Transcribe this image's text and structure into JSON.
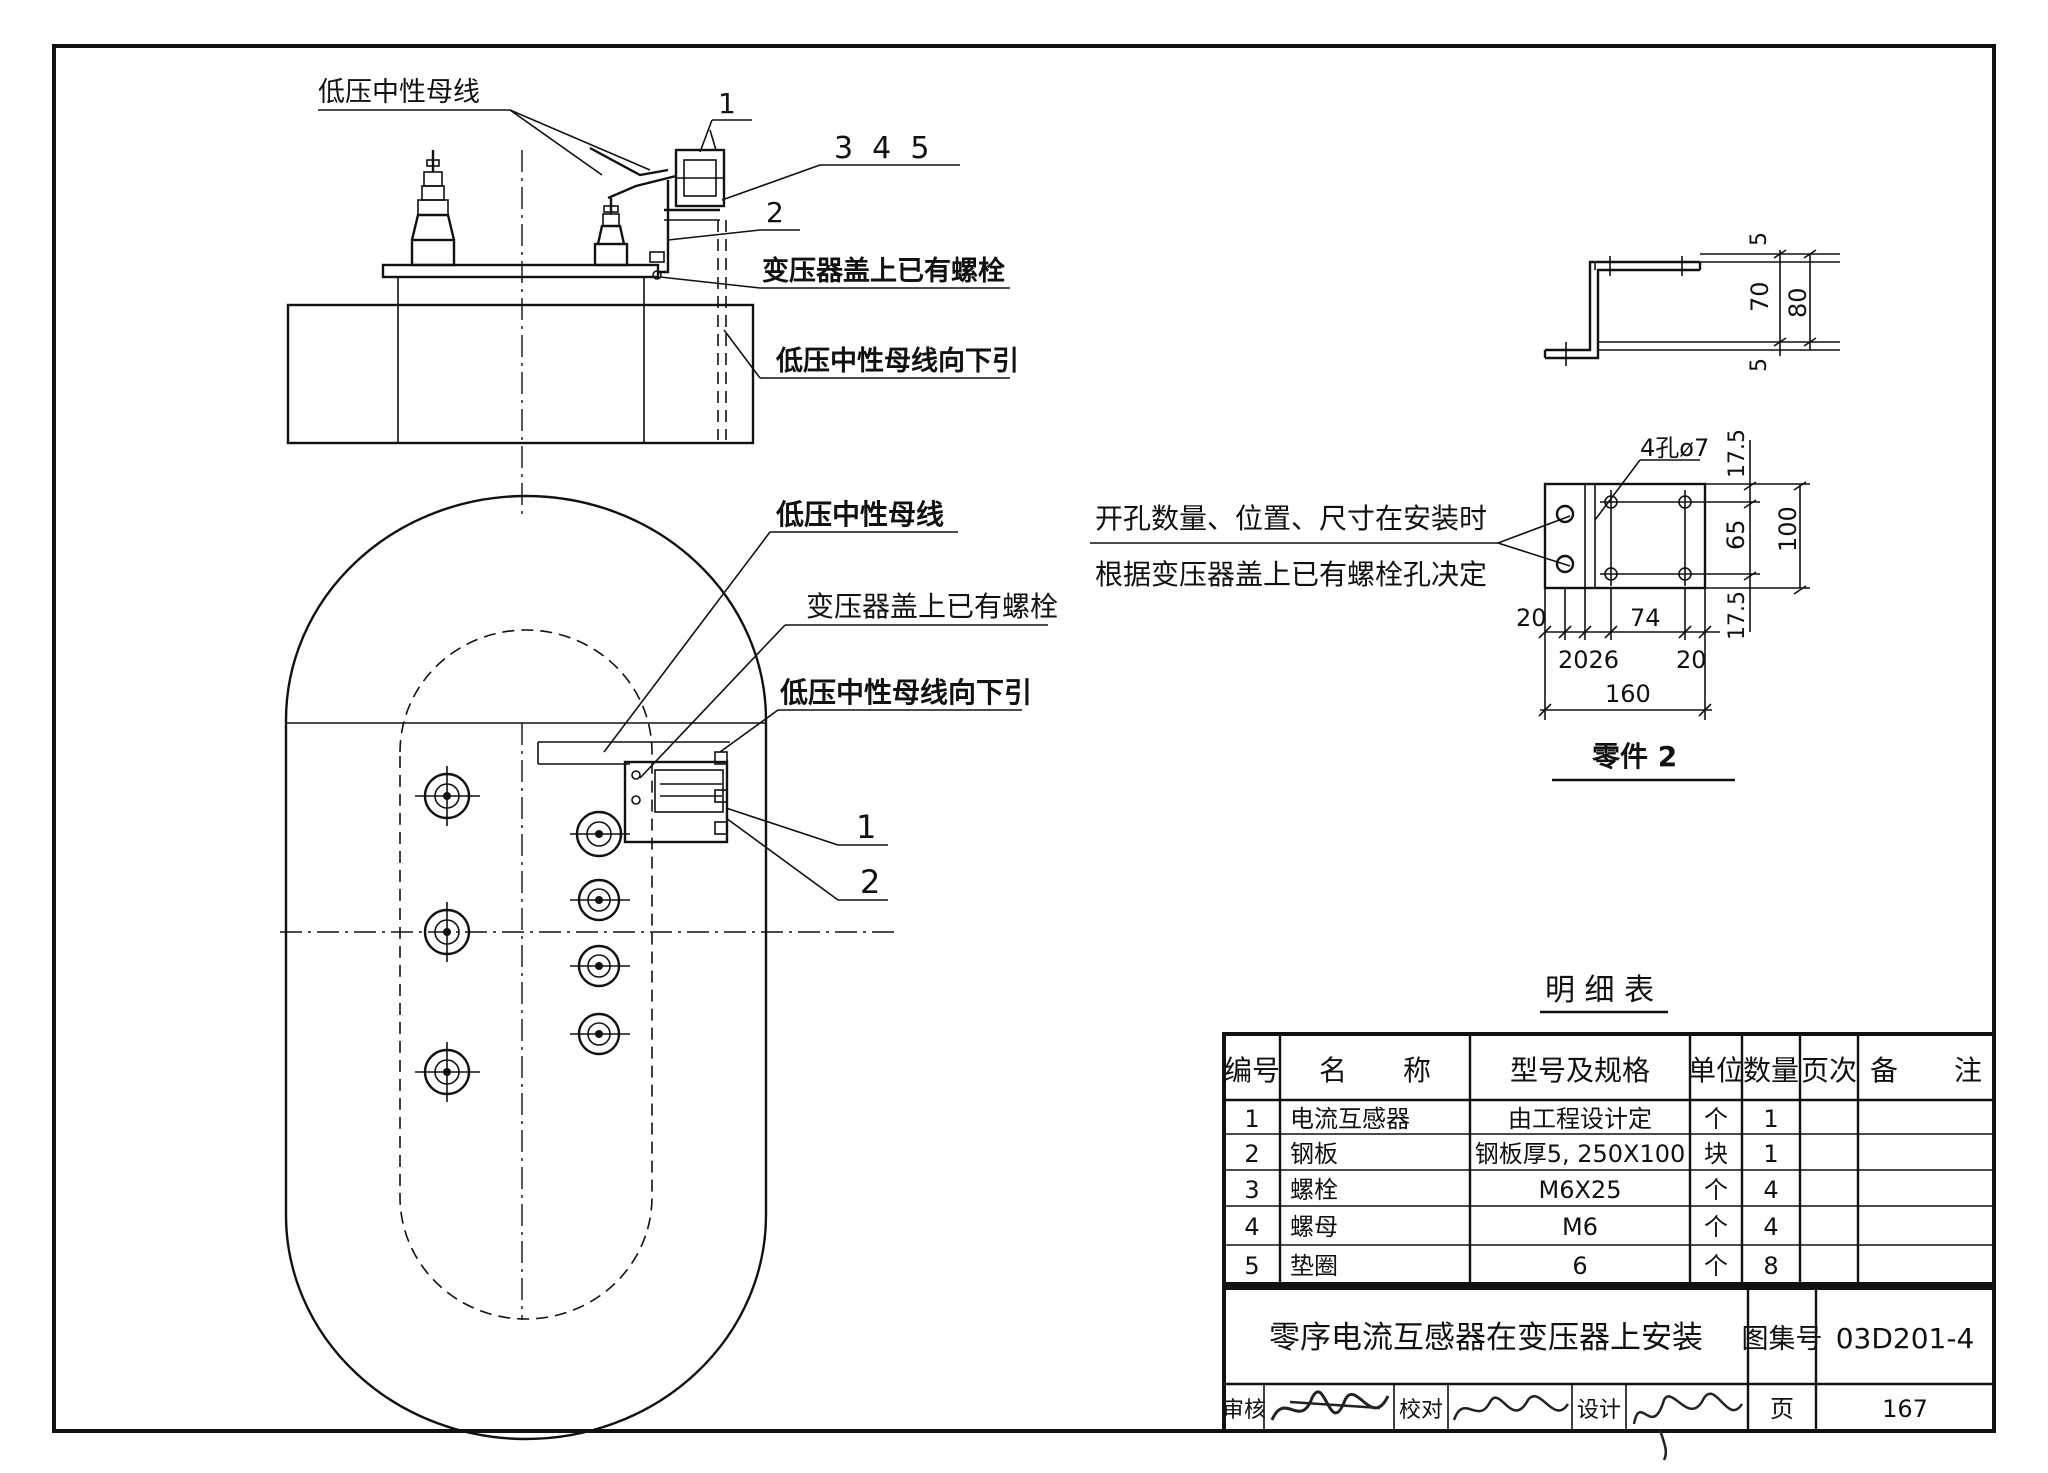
{
  "labels": {
    "lv_neutral_bus_top": "低压中性母线",
    "item1_top": "1",
    "item345": "3  4  5",
    "item2_top": "2",
    "existing_bolt_top": "变压器盖上已有螺栓",
    "lv_bus_down_top": "低压中性母线向下引",
    "lv_neutral_bus_plan": "低压中性母线",
    "existing_bolt_plan": "变压器盖上已有螺栓",
    "lv_bus_down_plan": "低压中性母线向下引",
    "item1_plan": "1",
    "item2_plan": "2",
    "hole_note_line1": "开孔数量、位置、尺寸在安装时",
    "hole_note_line2": "根据变压器盖上已有螺栓孔决定"
  },
  "part2": {
    "title": "零件 2",
    "dim_5a": "5",
    "dim_70": "70",
    "dim_80": "80",
    "dim_5b": "5",
    "holes": "4孔ø7",
    "dim_17_5a": "17.5",
    "dim_65": "65",
    "dim_100": "100",
    "dim_17_5b": "17.5",
    "dim_20a": "20",
    "dim_74": "74",
    "dim_2026": "2026",
    "dim_20b": "20",
    "dim_160": "160"
  },
  "bom": {
    "title": "明 细 表",
    "headers": [
      "编号",
      "名　　称",
      "型号及规格",
      "单位",
      "数量",
      "页次",
      "备　　注"
    ],
    "rows": [
      [
        "1",
        "电流互感器",
        "由工程设计定",
        "个",
        "1",
        "",
        ""
      ],
      [
        "2",
        "钢板",
        "钢板厚5, 250X100",
        "块",
        "1",
        "",
        ""
      ],
      [
        "3",
        "螺栓",
        "M6X25",
        "个",
        "4",
        "",
        ""
      ],
      [
        "4",
        "螺母",
        "M6",
        "个",
        "4",
        "",
        ""
      ],
      [
        "5",
        "垫圈",
        "6",
        "个",
        "8",
        "",
        ""
      ]
    ]
  },
  "title_block": {
    "drawing_title": "零序电流互感器在变压器上安装",
    "atlas_label": "图集号",
    "atlas_no": "03D201-4",
    "review": "审核",
    "check": "校对",
    "design": "设计",
    "page_label": "页",
    "page_no": "167"
  }
}
